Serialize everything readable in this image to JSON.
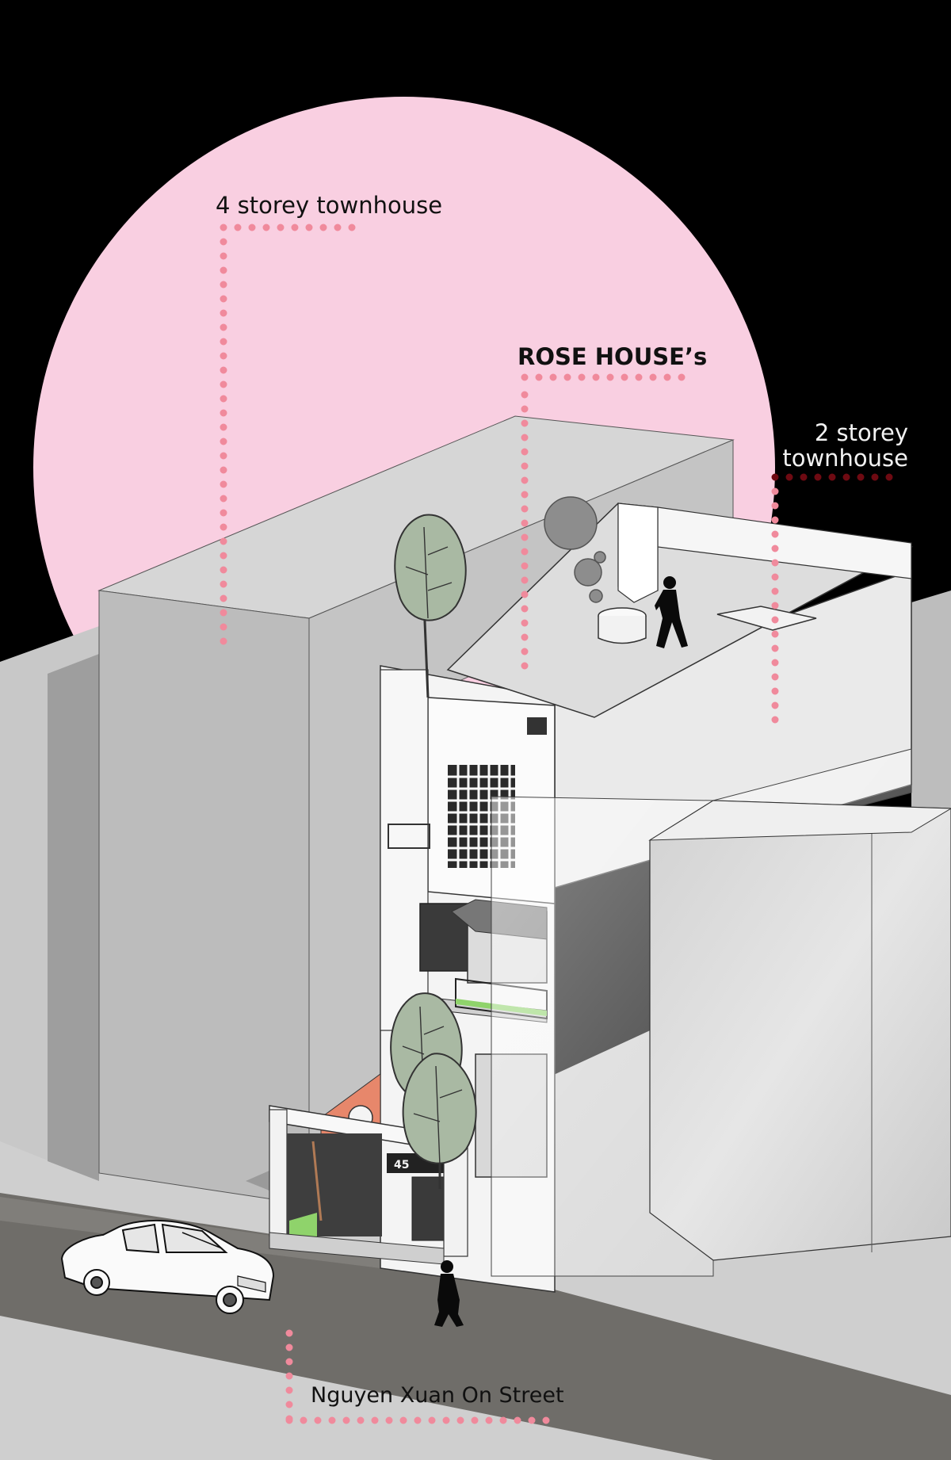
{
  "labels": {
    "four_storey": "4 storey townhouse",
    "rose_house": "ROSE HOUSE’s",
    "two_storey_line1": "2 storey",
    "two_storey_line2": "townhouse",
    "street": "Nguyen Xuan On Street",
    "house_number": "45"
  },
  "colors": {
    "background": "#000000",
    "pink_circle": "#f9cfe1",
    "dot_pink": "#f08a9c",
    "dot_dark_red": "#6e0a12",
    "accent_wall": "#e7876b",
    "grass": "#8fd36b",
    "tree": "#a9b9a3",
    "road": "#6f6d69"
  },
  "icons": {
    "people": "person-silhouette-icon",
    "car": "sedan-car-icon",
    "trees": "tree-icon",
    "smoke": "smoke-circles-icon"
  }
}
